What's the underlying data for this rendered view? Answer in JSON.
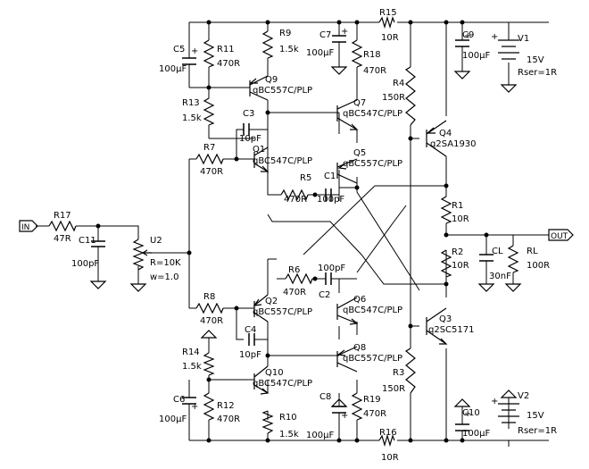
{
  "components": {
    "R17": {
      "ref": "R17",
      "value": "47R"
    },
    "C11": {
      "ref": "C11",
      "value": "100pF"
    },
    "U2": {
      "ref": "U2",
      "value": "R=10K",
      "extra": "w=1.0"
    },
    "R7": {
      "ref": "R7",
      "value": "470R"
    },
    "R8": {
      "ref": "R8",
      "value": "470R"
    },
    "C5": {
      "ref": "C5",
      "value": "100µF"
    },
    "R11": {
      "ref": "R11",
      "value": "470R"
    },
    "R9": {
      "ref": "R9",
      "value": "1.5k"
    },
    "Q9": {
      "ref": "Q9",
      "value": "qBC557C/PLP"
    },
    "R13": {
      "ref": "R13",
      "value": "1.5k"
    },
    "C3": {
      "ref": "C3",
      "value": "10pF"
    },
    "Q1": {
      "ref": "Q1",
      "value": "qBC547C/PLP"
    },
    "R5": {
      "ref": "R5",
      "value": "470R"
    },
    "C1": {
      "ref": "C1",
      "value": "100pF"
    },
    "C7": {
      "ref": "C7",
      "value": "100µF"
    },
    "R18": {
      "ref": "R18",
      "value": "470R"
    },
    "Q7": {
      "ref": "Q7",
      "value": "qBC547C/PLP"
    },
    "Q5": {
      "ref": "Q5",
      "value": "qBC557C/PLP"
    },
    "R15": {
      "ref": "R15",
      "value": "10R"
    },
    "R4": {
      "ref": "R4",
      "value": "150R"
    },
    "C9": {
      "ref": "C9",
      "value": "100µF"
    },
    "V1": {
      "ref": "V1",
      "value": "15V",
      "extra": "Rser=1R"
    },
    "Q4": {
      "ref": "Q4",
      "value": "q2SA1930"
    },
    "R1": {
      "ref": "R1",
      "value": "10R"
    },
    "R2": {
      "ref": "R2",
      "value": "10R"
    },
    "CL": {
      "ref": "CL",
      "value": "30nF"
    },
    "RL": {
      "ref": "RL",
      "value": "100R"
    },
    "Q3": {
      "ref": "Q3",
      "value": "q2SC5171"
    },
    "R3": {
      "ref": "R3",
      "value": "150R"
    },
    "C10": {
      "ref": "C10",
      "value": "100µF"
    },
    "V2": {
      "ref": "V2",
      "value": "15V",
      "extra": "Rser=1R"
    },
    "R16": {
      "ref": "R16",
      "value": "10R"
    },
    "C8": {
      "ref": "C8",
      "value": "100µF"
    },
    "R19": {
      "ref": "R19",
      "value": "470R"
    },
    "Q8": {
      "ref": "Q8",
      "value": "qBC557C/PLP"
    },
    "Q6": {
      "ref": "Q6",
      "value": "qBC547C/PLP"
    },
    "R6": {
      "ref": "R6",
      "value": "470R"
    },
    "C2": {
      "ref": "C2",
      "value": "100pF"
    },
    "Q2": {
      "ref": "Q2",
      "value": "qBC557C/PLP"
    },
    "C4": {
      "ref": "C4",
      "value": "10pF"
    },
    "Q10": {
      "ref": "Q10",
      "value": "qBC547C/PLP"
    },
    "R14": {
      "ref": "R14",
      "value": "1.5k"
    },
    "C6": {
      "ref": "C6",
      "value": "100µF"
    },
    "R12": {
      "ref": "R12",
      "value": "470R"
    },
    "R10": {
      "ref": "R10",
      "value": "1.5k"
    }
  },
  "ports": {
    "in": "IN",
    "out": "OUT"
  },
  "symbols": {
    "plus": "+"
  }
}
